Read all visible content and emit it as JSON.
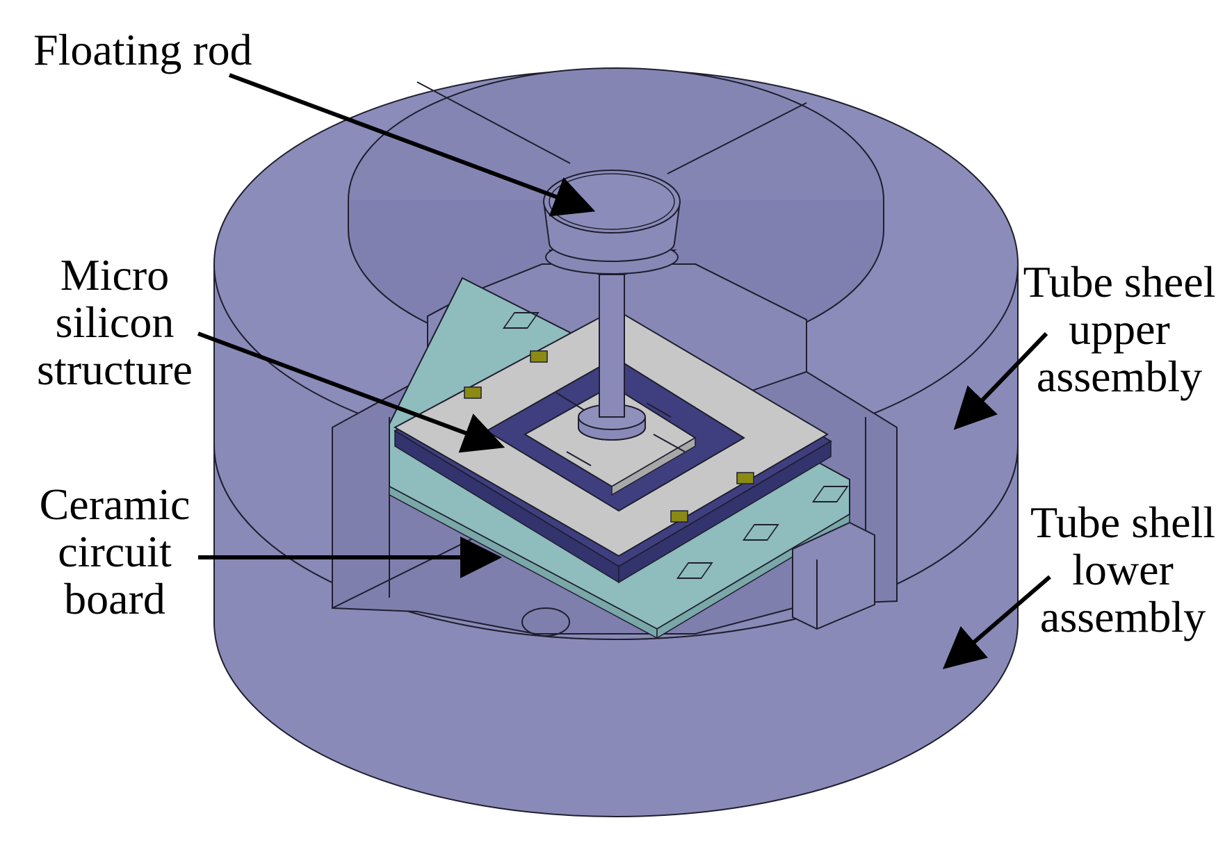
{
  "labels": {
    "floating_rod": "Floating rod",
    "micro_silicon": [
      "Micro",
      "silicon",
      "structure"
    ],
    "ceramic_board": [
      "Ceramic",
      "circuit",
      "board"
    ],
    "upper_assembly": [
      "Tube sheel",
      "upper",
      "assembly"
    ],
    "lower_assembly": [
      "Tube shell",
      "lower",
      "assembly"
    ]
  },
  "colors": {
    "shell": "#8a8ab8",
    "shell_top": "#8c8cba",
    "ceramic": "#8fbcbc",
    "silicon": "#c7c7c7",
    "silicon_base": "#3f3f80",
    "pad": "#8a8a14",
    "outline": "#1e1e2e",
    "text": "#000000"
  }
}
